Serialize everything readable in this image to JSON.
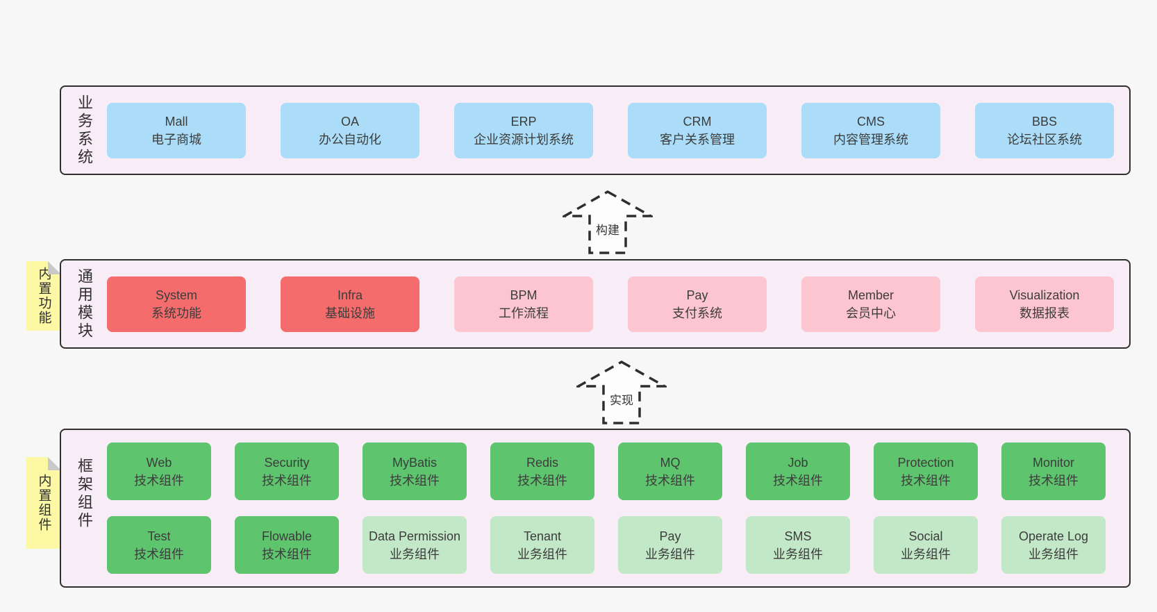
{
  "colors": {
    "page_bg": "#f7f7f7",
    "panel_bg": "#f8edf6",
    "panel_border": "#2f2f2f",
    "blue_box": "#abddf9",
    "red_box": "#f56c6c",
    "pink_box": "#fcc5cf",
    "green_box": "#5ec56e",
    "light_green_box": "#c2e8c7",
    "note_yellow": "#fcf8a4",
    "note_fold": "#c9c9c9",
    "text": "#3c3c3c"
  },
  "arrows": {
    "build": "构建",
    "implement": "实现"
  },
  "sections": {
    "business": {
      "label": "业务系统",
      "boxes": [
        {
          "title": "Mall",
          "subtitle": "电子商城"
        },
        {
          "title": "OA",
          "subtitle": "办公自动化"
        },
        {
          "title": "ERP",
          "subtitle": "企业资源计划系统"
        },
        {
          "title": "CRM",
          "subtitle": "客户关系管理"
        },
        {
          "title": "CMS",
          "subtitle": "内容管理系统"
        },
        {
          "title": "BBS",
          "subtitle": "论坛社区系统"
        }
      ]
    },
    "modules": {
      "label": "通用模块",
      "note": "内置功能",
      "boxes": [
        {
          "title": "System",
          "subtitle": "系统功能",
          "color": "red"
        },
        {
          "title": "Infra",
          "subtitle": "基础设施",
          "color": "red"
        },
        {
          "title": "BPM",
          "subtitle": "工作流程",
          "color": "pink"
        },
        {
          "title": "Pay",
          "subtitle": "支付系统",
          "color": "pink"
        },
        {
          "title": "Member",
          "subtitle": "会员中心",
          "color": "pink"
        },
        {
          "title": "Visualization",
          "subtitle": "数据报表",
          "color": "pink"
        }
      ]
    },
    "framework": {
      "label": "框架组件",
      "note": "内置组件",
      "row1": [
        {
          "title": "Web",
          "subtitle": "技术组件",
          "color": "green"
        },
        {
          "title": "Security",
          "subtitle": "技术组件",
          "color": "green"
        },
        {
          "title": "MyBatis",
          "subtitle": "技术组件",
          "color": "green"
        },
        {
          "title": "Redis",
          "subtitle": "技术组件",
          "color": "green"
        },
        {
          "title": "MQ",
          "subtitle": "技术组件",
          "color": "green"
        },
        {
          "title": "Job",
          "subtitle": "技术组件",
          "color": "green"
        },
        {
          "title": "Protection",
          "subtitle": "技术组件",
          "color": "green"
        },
        {
          "title": "Monitor",
          "subtitle": "技术组件",
          "color": "green"
        }
      ],
      "row2": [
        {
          "title": "Test",
          "subtitle": "技术组件",
          "color": "green"
        },
        {
          "title": "Flowable",
          "subtitle": "技术组件",
          "color": "green"
        },
        {
          "title": "Data Permission",
          "subtitle": "业务组件",
          "color": "light_green"
        },
        {
          "title": "Tenant",
          "subtitle": "业务组件",
          "color": "light_green"
        },
        {
          "title": "Pay",
          "subtitle": "业务组件",
          "color": "light_green"
        },
        {
          "title": "SMS",
          "subtitle": "业务组件",
          "color": "light_green"
        },
        {
          "title": "Social",
          "subtitle": "业务组件",
          "color": "light_green"
        },
        {
          "title": "Operate Log",
          "subtitle": "业务组件",
          "color": "light_green"
        }
      ]
    }
  }
}
